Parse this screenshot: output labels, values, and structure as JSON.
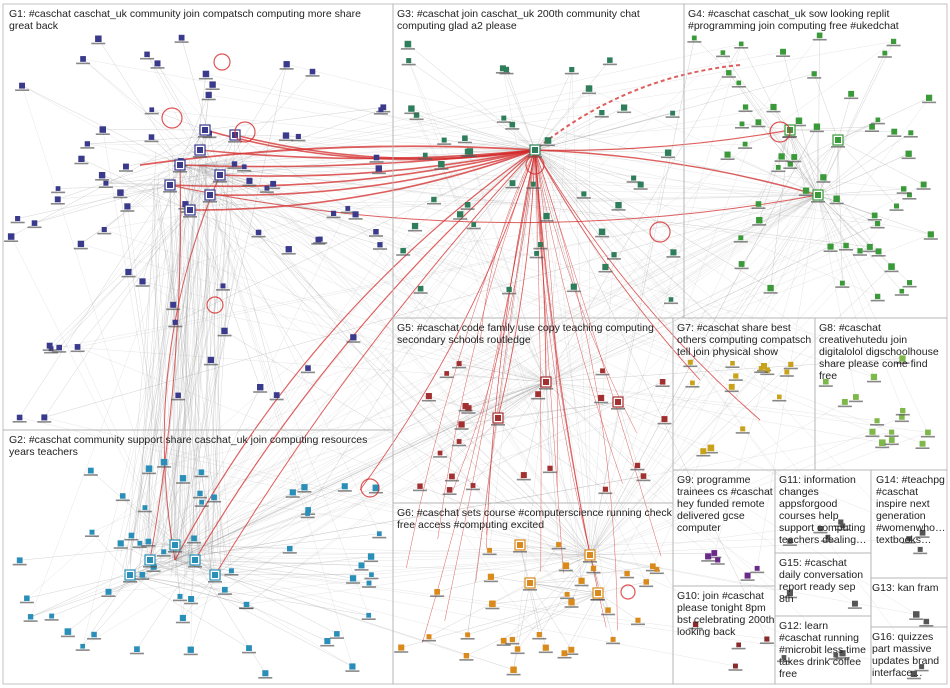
{
  "groups": [
    {
      "id": "G1",
      "label": "G1: #caschat caschat_uk community join compatsch computing more share great back",
      "color": "#3a3a8c"
    },
    {
      "id": "G2",
      "label": "G2: #caschat community support share caschat_uk join computing resources years teachers",
      "color": "#2a8fb8"
    },
    {
      "id": "G3",
      "label": "G3: #caschat join caschat_uk 200th community chat computing glad a2 please",
      "color": "#2e7d5b"
    },
    {
      "id": "G4",
      "label": "G4: #caschat caschat_uk sow looking replit #programming join computing free #ukedchat",
      "color": "#3a9a3a"
    },
    {
      "id": "G5",
      "label": "G5: #caschat code family use copy teaching computing secondary schools routledge",
      "color": "#a33030"
    },
    {
      "id": "G6",
      "label": "G6: #caschat sets course #computerscience running check free access #computing excited",
      "color": "#d98a1a"
    },
    {
      "id": "G7",
      "label": "G7: #caschat share best others computing compatsch tell join physical show",
      "color": "#c9a21a"
    },
    {
      "id": "G8",
      "label": "G8: #caschat creativehutedu join digitalolol digschoolhouse share please come find free",
      "color": "#7fb84a"
    },
    {
      "id": "G9",
      "label": "G9: programme trainees cs #caschat hey funded remote delivered gcse computer",
      "color": "#6a2a8a"
    },
    {
      "id": "G10",
      "label": "G10: join #caschat please tonight 8pm bst celebrating 200th looking back",
      "color": "#8a2a2a"
    },
    {
      "id": "G11",
      "label": "G11: information changes appsforgood courses help support computing teachers dealing…",
      "color": "#555555"
    },
    {
      "id": "G12",
      "label": "G12: learn #caschat running #microbit less time takes drink coffee free",
      "color": "#555555"
    },
    {
      "id": "G13",
      "label": "G13: kan fram",
      "color": "#555555"
    },
    {
      "id": "G14",
      "label": "G14: #teachpg #caschat inspire next generation #womenwho… textbooks…",
      "color": "#555555"
    },
    {
      "id": "G15",
      "label": "G15: #caschat daily conversation report ready sep 8th",
      "color": "#555555"
    },
    {
      "id": "G16",
      "label": "G16: quizzes part massive updates brand interface…",
      "color": "#555555"
    }
  ],
  "colors": {
    "edge_gray": "#9a9a9a",
    "edge_red": "#d42a2a",
    "panel_border": "#b4b4b4",
    "background": "#ffffff"
  }
}
